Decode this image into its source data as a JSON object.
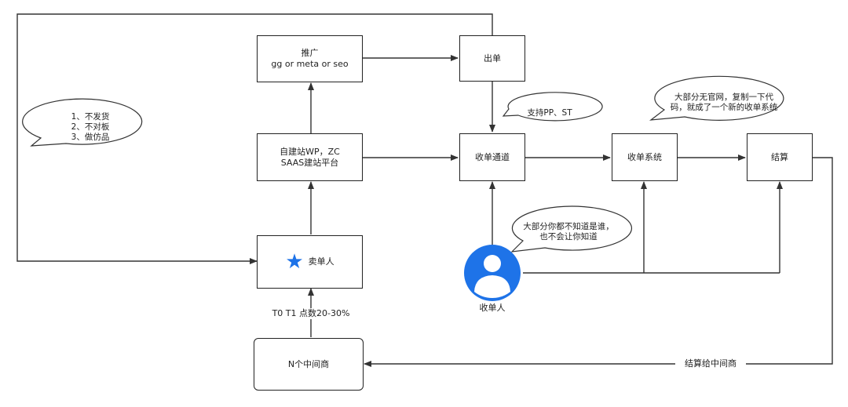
{
  "nodes": {
    "promo_line1": "推广",
    "promo_line2": "gg or meta or seo",
    "order": "出单",
    "site_line1": "自建站WP，ZC",
    "site_line2": "SAAS建站平台",
    "channel": "收单通道",
    "system": "收单系统",
    "settle": "结算",
    "seller": "卖单人",
    "middle": "N个中间商",
    "receiver": "收单人"
  },
  "edge_labels": {
    "fee": "T0 T1 点数20-30%",
    "settle_to_middle": "结算给中间商"
  },
  "bubbles": {
    "left": [
      "1、不发货",
      "2、不对板",
      "3、做仿品"
    ],
    "pp": "支持PP、ST",
    "right": [
      "大部分无官网，复制一下代",
      "码，就成了一个新的收单系统"
    ],
    "person": [
      "大部分你都不知道是谁，",
      "也不会让你知道"
    ]
  },
  "icons": {
    "seller_icon": "star-icon",
    "receiver_icon": "person-avatar-icon"
  },
  "colors": {
    "accent": "#1e73e8",
    "line": "#333333"
  }
}
